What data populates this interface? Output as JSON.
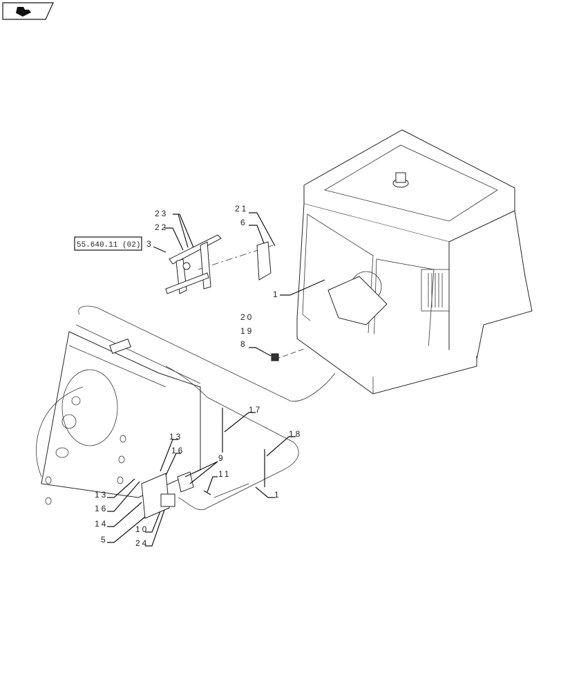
{
  "nav_icon": "book-page-icon",
  "reference_link": "55.640.11 (02)",
  "callouts": {
    "c23": "23",
    "c22": "22",
    "c3": "3",
    "c21": "21",
    "c6": "6",
    "c1a": "1",
    "c20": "20",
    "c19": "19",
    "c8": "8",
    "c17": "17",
    "c18": "18",
    "c13a": "13",
    "c16a": "16",
    "c9": "9",
    "c11": "11",
    "c1b": "1",
    "c13b": "13",
    "c16b": "16",
    "c14": "14",
    "c5": "5",
    "c10": "10",
    "c24": "24"
  }
}
